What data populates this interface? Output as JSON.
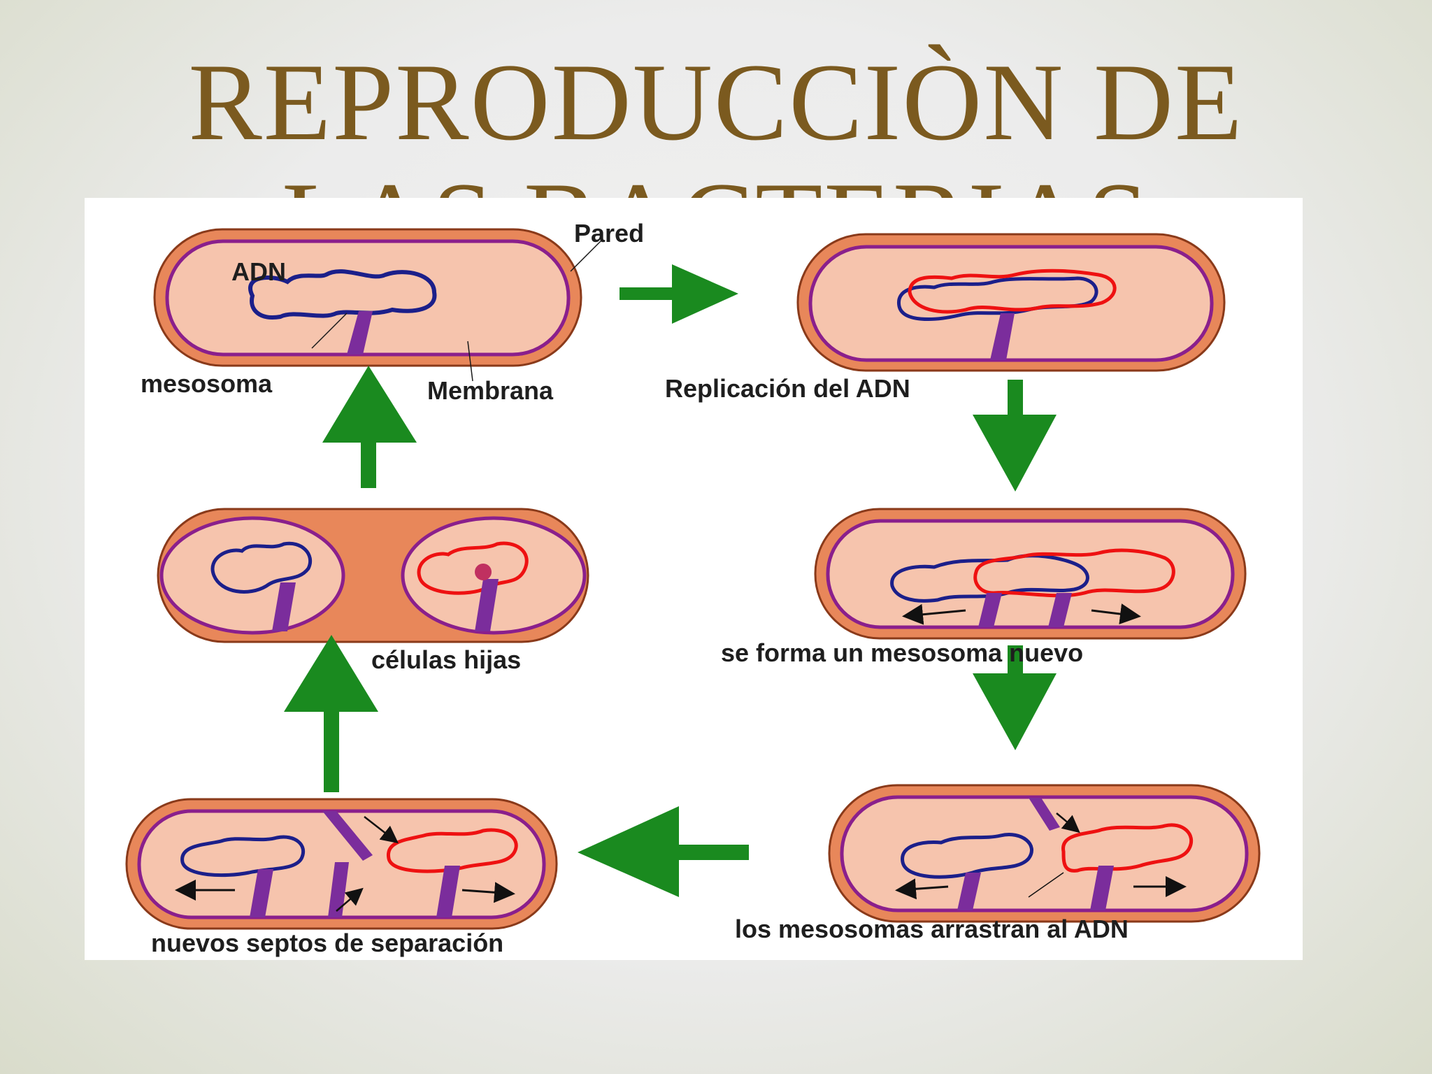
{
  "title_line1": "REPRODUCCIÒN DE",
  "title_line2": "LAS BACTERIAS",
  "labels": {
    "pared": "Pared",
    "adn": "ADN",
    "mesosoma": "mesosoma",
    "membrana": "Membrana",
    "replicacion": "Replicación del ADN",
    "nuevo_mesosoma": "se forma un mesosoma nuevo",
    "arrastran": "los mesosomas arrastran al ADN",
    "septos": "nuevos septos de separación",
    "hijas": "células hijas"
  },
  "colors": {
    "title": "#7b5a1f",
    "wall": "#e8875a",
    "cytoplasm": "#f6c4ad",
    "membrane": "#8a1f8c",
    "dna_original": "#1b1f8a",
    "dna_copy": "#ee1111",
    "mesosome": "#7b2d9c",
    "arrow": "#1a8a1f"
  }
}
